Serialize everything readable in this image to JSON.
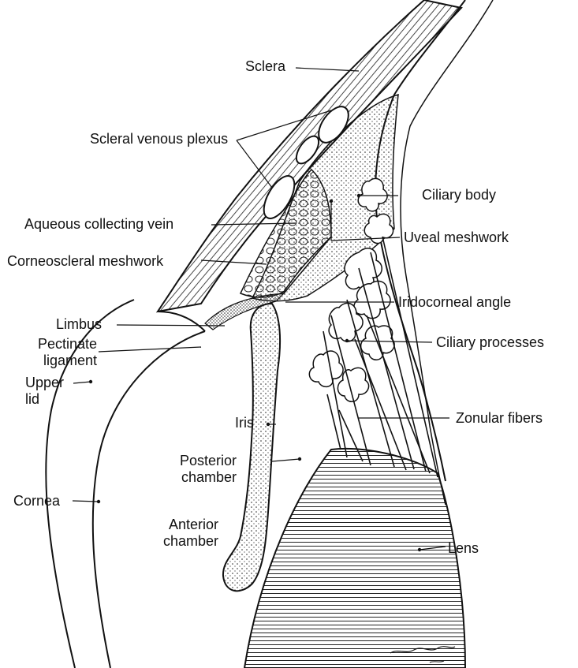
{
  "labels": {
    "sclera": "Sclera",
    "scleral_venous_plexus": "Scleral venous plexus",
    "ciliary_body": "Ciliary body",
    "aqueous_collecting_vein": "Aqueous collecting vein",
    "uveal_meshwork": "Uveal meshwork",
    "corneoscleral_meshwork": "Corneoscleral meshwork",
    "iridocorneal_angle": "Iridocorneal angle",
    "limbus": "Limbus",
    "pectinate_ligament": "Pectinate\nligament",
    "ciliary_processes": "Ciliary processes",
    "upper_lid": "Upper\nlid",
    "zonular_fibers": "Zonular fibers",
    "iris": "Iris",
    "posterior_chamber": "Posterior\nchamber",
    "cornea": "Cornea",
    "anterior_chamber": "Anterior\nchamber",
    "lens": "Lens"
  },
  "ink_color": "#111111"
}
